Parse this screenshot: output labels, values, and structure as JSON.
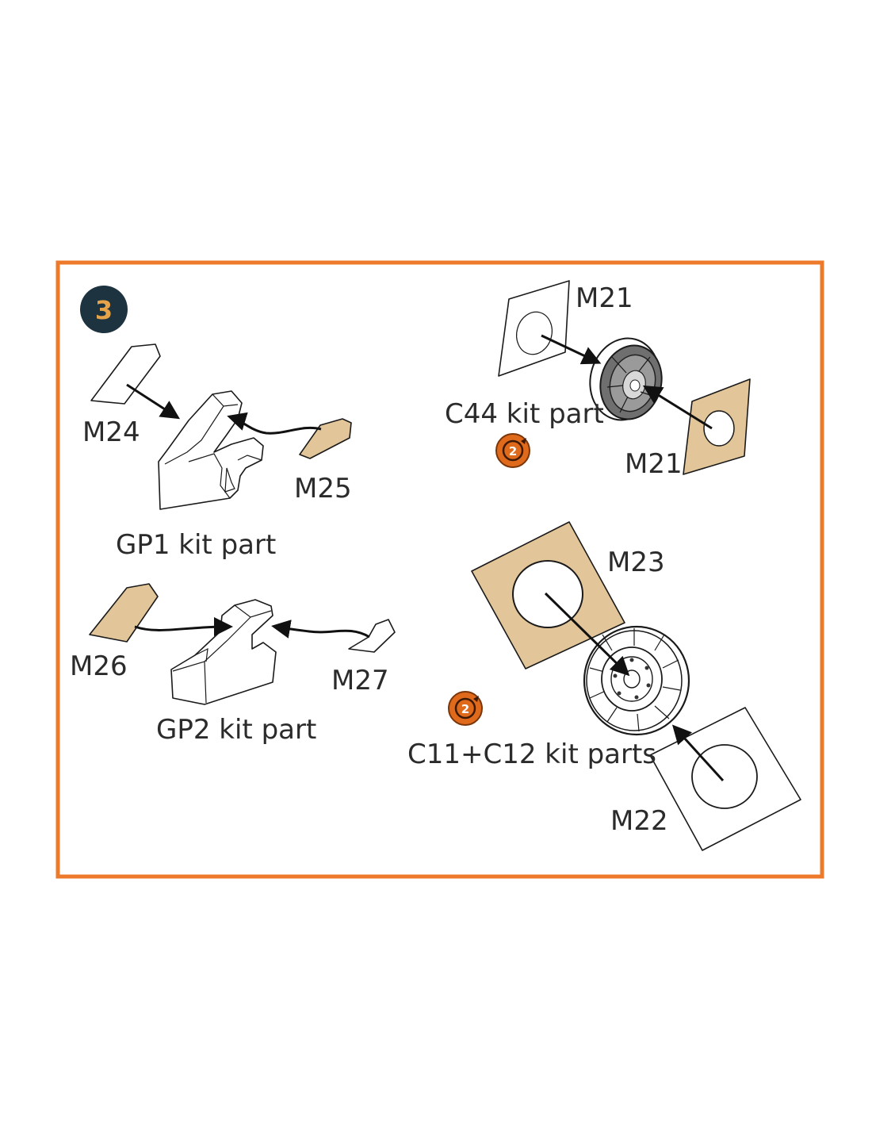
{
  "step": {
    "number": "3"
  },
  "colors": {
    "frame": "#ec7a2a",
    "step_badge": "#1d3340",
    "mask_fill": "#e2c699",
    "paint_icon": "#e06a1c"
  },
  "labels": {
    "m24": "M24",
    "m25": "M25",
    "gp1": "GP1 kit part",
    "m26": "M26",
    "m27": "M27",
    "gp2": "GP2 kit part",
    "m21_top": "M21",
    "c44": "C44 kit part",
    "m21_bottom": "M21",
    "m23": "M23",
    "c11c12": "C11+C12 kit parts",
    "m22": "M22"
  },
  "icons": {
    "paint_1": {
      "name": "paint-color-2-icon",
      "text": "2"
    },
    "paint_2": {
      "name": "paint-color-2-icon",
      "text": "2"
    }
  }
}
